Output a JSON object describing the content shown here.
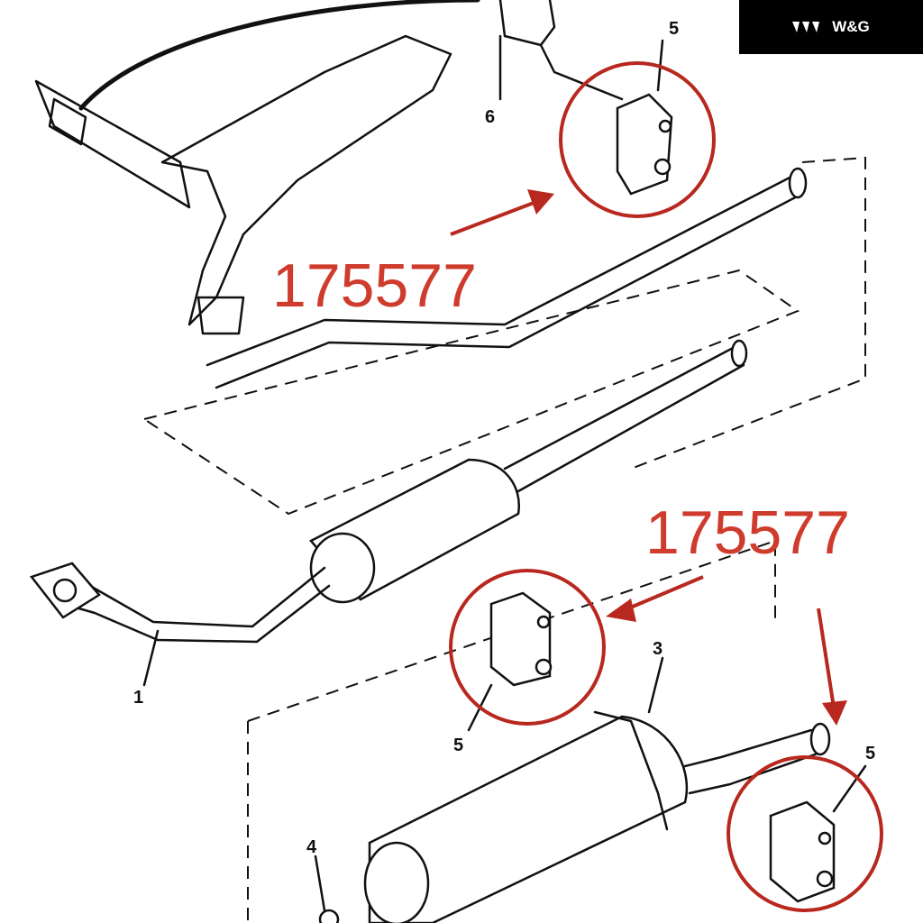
{
  "logo": {
    "text": "W&G"
  },
  "part_labels": {
    "top_bracket": "5",
    "top_hanger": "6",
    "front_pipe": "1",
    "rear_silencer": "3",
    "mid_bracket": "5",
    "rear_bracket": "5",
    "clamp": "4"
  },
  "part_codes": {
    "top": "175577",
    "middle": "175577"
  },
  "colors": {
    "highlight": "#b8281f",
    "code_text": "#cf3b2c"
  }
}
